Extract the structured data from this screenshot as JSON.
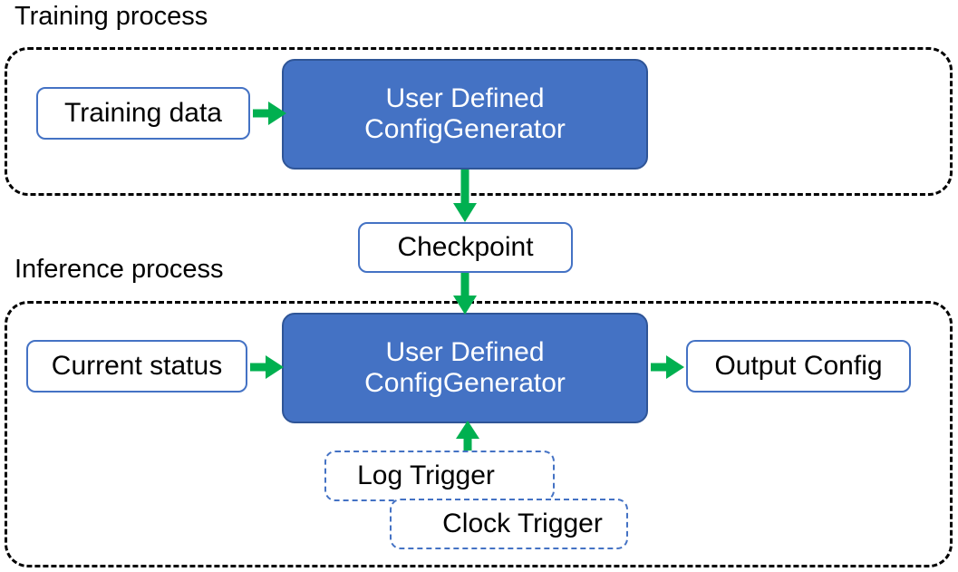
{
  "diagram": {
    "title_training": "Training process",
    "title_inference": "Inference process",
    "colors": {
      "process_fill": "#4472C4",
      "process_stroke": "#2F5597",
      "io_stroke": "#4472C4",
      "group_stroke": "#000000",
      "arrow": "#00B050",
      "text_dark": "#000000",
      "text_light": "#FFFFFF",
      "background": "#FFFFFF"
    }
  },
  "training": {
    "caption": "Training process",
    "input_box": "Training data",
    "process_line1": "User Defined",
    "process_line2": "ConfigGenerator"
  },
  "checkpoint": {
    "label": "Checkpoint"
  },
  "inference": {
    "caption": "Inference process",
    "input_box": "Current status",
    "process_line1": "User Defined",
    "process_line2": "ConfigGenerator",
    "output_box": "Output Config",
    "trigger_log": "Log Trigger",
    "trigger_clock": "Clock Trigger"
  }
}
